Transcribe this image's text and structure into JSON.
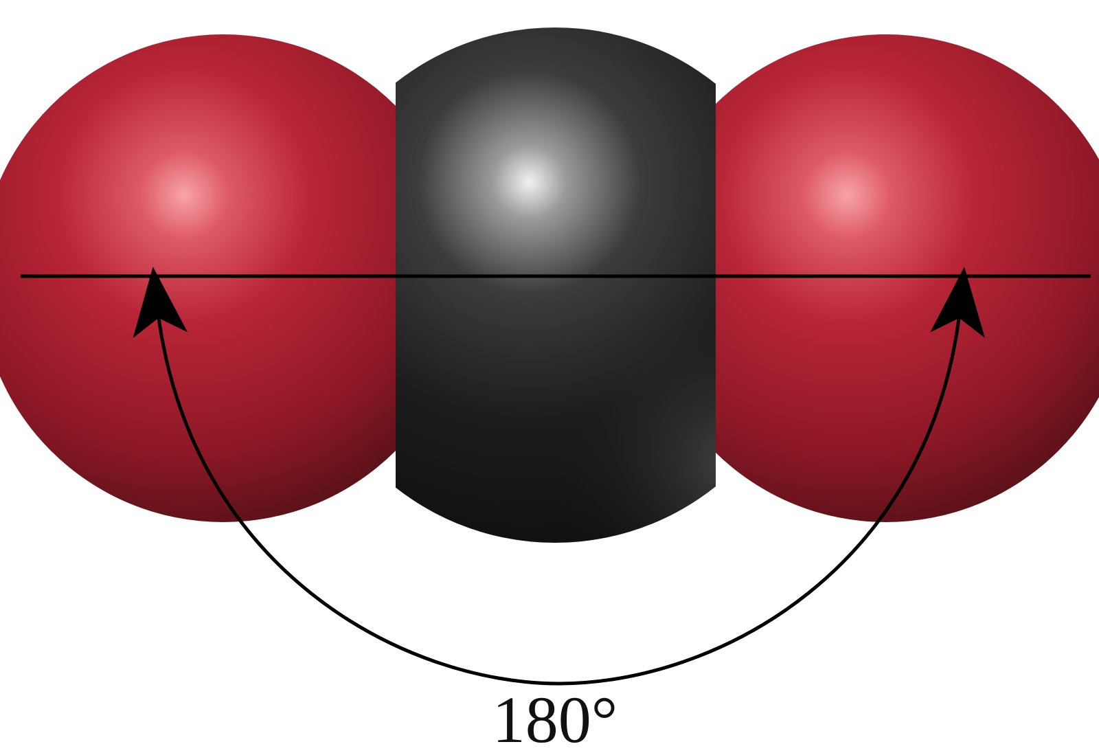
{
  "diagram": {
    "angle_label": "180°",
    "atoms": [
      {
        "element": "oxygen",
        "color": "#a31a2a"
      },
      {
        "element": "carbon",
        "color": "#1c1c1c"
      },
      {
        "element": "oxygen",
        "color": "#a31a2a"
      }
    ],
    "bond_axis_color": "#000000",
    "arc_color": "#000000"
  }
}
